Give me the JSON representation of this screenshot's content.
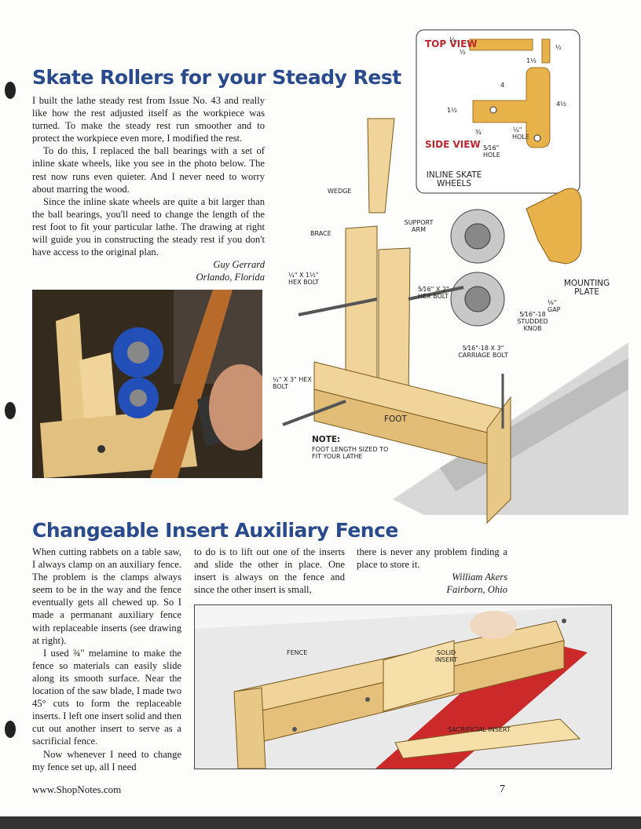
{
  "article1": {
    "title": "Skate Rollers for your Steady Rest",
    "paragraphs": [
      "I built the lathe steady rest from Issue No. 43 and really like how the rest adjusted itself as the workpiece was turned. To make the steady rest run smoother and to protect the workpiece even more, I modified the rest.",
      "To do this, I replaced the ball bearings with a set of inline skate wheels, like you see in the photo below. The rest now runs even quieter. And I never need to worry about marring the wood.",
      "Since the inline skate wheels are quite a bit larger than the ball bearings, you'll need to change the length of the rest foot to fit your particular lathe. The drawing at right will guide you in constructing the steady rest if you don't have access to the original plan."
    ],
    "author": "Guy Gerrard",
    "location": "Orlando, Florida"
  },
  "diagram1": {
    "top_view": "TOP VIEW",
    "side_view": "SIDE VIEW",
    "dims": {
      "d1": "¼",
      "d2": "½",
      "d3": "½",
      "d4": "1½",
      "d5": "4",
      "d6": "1½",
      "d7": "4½",
      "d8": "¾",
      "d9": "¼\"",
      "hole1": "HOLE",
      "d10": "5⁄16\"",
      "hole2": "HOLE"
    },
    "labels": {
      "inline": "INLINE SKATE WHEELS",
      "wedge": "WEDGE",
      "brace": "BRACE",
      "support": "SUPPORT ARM",
      "hex1": "¼\" x 1½\" HEX BOLT",
      "hex2": "5⁄16\" x 2\" HEX BOLT",
      "mounting": "MOUNTING PLATE",
      "gap": "⅛\" GAP",
      "knob": "5⁄16\"-18 STUDDED KNOB",
      "carriage": "5⁄16\"-18 x 3\" CARRIAGE BOLT",
      "hex3": "¼\" x 3\" HEX BOLT",
      "foot": "FOOT",
      "note_head": "NOTE:",
      "note_body": "FOOT LENGTH SIZED TO FIT YOUR LATHE"
    }
  },
  "article2": {
    "title": "Changeable Insert Auxiliary Fence",
    "col1": [
      "When cutting rabbets on a table saw, I always clamp on an auxiliary fence. The problem is the clamps always seem to be in the way and the fence eventually gets all chewed up. So I made a permanant auxiliary fence with replaceable inserts (see drawing at right).",
      "I used ¾\" melamine to make the fence so materials can easily slide along its smooth surface. Near the location of the saw blade, I made two 45° cuts to form the replaceable inserts. I left one insert solid and then cut out another insert to serve as a sacrificial fence.",
      "Now whenever I need to change my fence set up, all I need"
    ],
    "col2": "to do is to lift out one of the inserts and slide the other in place. One insert is always on the fence and since the other insert is small,",
    "col3": "there is never any problem finding a place to store it.",
    "author": "William Akers",
    "location": "Fairborn, Ohio"
  },
  "diagram2": {
    "fence": "FENCE",
    "solid": "SOLID INSERT",
    "sacrificial": "SACRIFICIAL INSERT"
  },
  "footer": {
    "url": "www.ShopNotes.com",
    "page": "7"
  }
}
